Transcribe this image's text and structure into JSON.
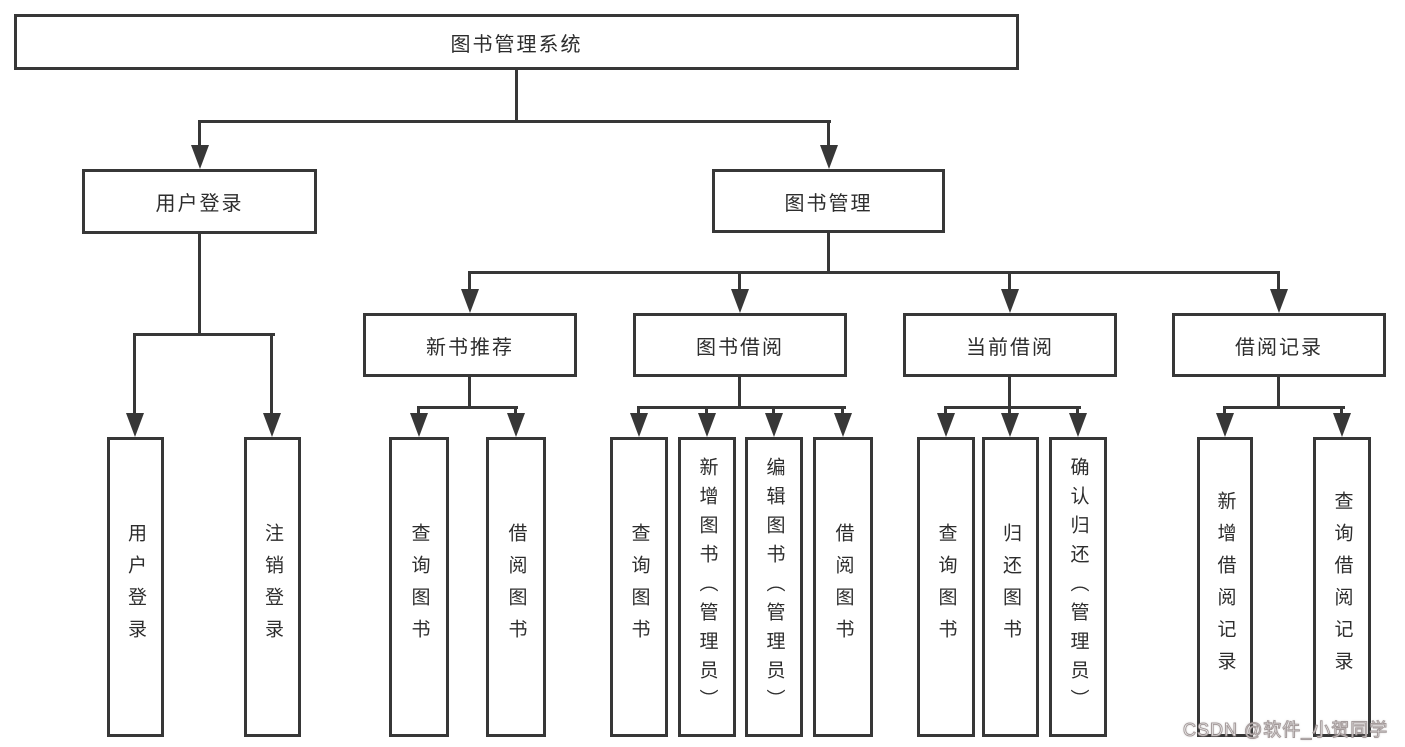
{
  "tree": {
    "label": "图书管理系统",
    "children": [
      {
        "label": "用户登录",
        "children": [
          {
            "label": "用户登录"
          },
          {
            "label": "注销登录"
          }
        ]
      },
      {
        "label": "图书管理",
        "children": [
          {
            "label": "新书推荐",
            "children": [
              {
                "label": "查询图书"
              },
              {
                "label": "借阅图书"
              }
            ]
          },
          {
            "label": "图书借阅",
            "children": [
              {
                "label": "查询图书"
              },
              {
                "label": "新增图书（管理员）"
              },
              {
                "label": "编辑图书（管理员）"
              },
              {
                "label": "借阅图书"
              }
            ]
          },
          {
            "label": "当前借阅",
            "children": [
              {
                "label": "查询图书"
              },
              {
                "label": "归还图书"
              },
              {
                "label": "确认归还（管理员）"
              }
            ]
          },
          {
            "label": "借阅记录",
            "children": [
              {
                "label": "新增借阅记录"
              },
              {
                "label": "查询借阅记录"
              }
            ]
          }
        ]
      }
    ]
  },
  "watermark": {
    "text": "CSDN @软件_小贺同学"
  },
  "colors": {
    "line": "#373737",
    "text": "#2d2d2d",
    "background": "#ffffff",
    "watermark": "#b9b0b0"
  }
}
